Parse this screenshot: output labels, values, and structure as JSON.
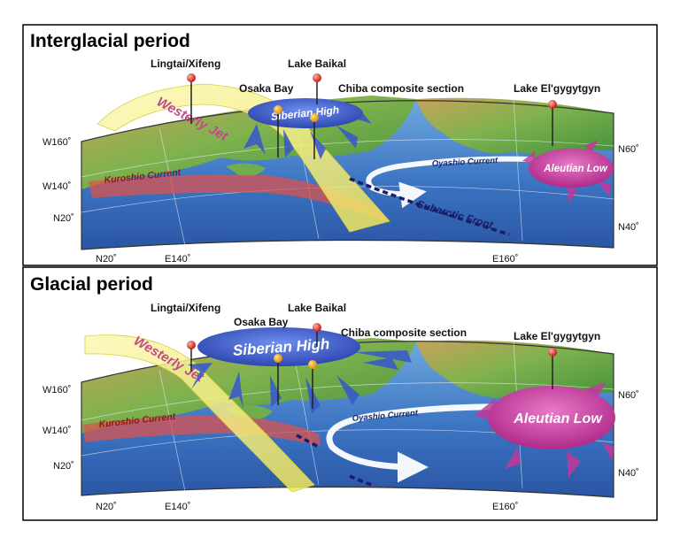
{
  "panels": [
    {
      "title": "Interglacial period",
      "sites": {
        "lingtai": "Lingtai/Xifeng",
        "baikal": "Lake Baikal",
        "osaka": "Osaka Bay",
        "chiba": "Chiba composite section",
        "elgygytgyn": "Lake El'gygytgyn"
      },
      "features": {
        "westerly_jet": "Westerly Jet",
        "siberian_high": "Siberian High",
        "kuroshio": "Kuroshio Current",
        "oyashio": "Oyashio Current",
        "subarctic_front": "Subarctic Front",
        "aleutian_low": "Aleutian Low"
      },
      "ticks": {
        "w160": "W160˚",
        "w140": "W140˚",
        "n20_left": "N20˚",
        "n20_bottom": "N20˚",
        "e140": "E140˚",
        "e160": "E160˚",
        "n60": "N60˚",
        "n40": "N40˚"
      }
    },
    {
      "title": "Glacial period",
      "sites": {
        "lingtai": "Lingtai/Xifeng",
        "baikal": "Lake Baikal",
        "osaka": "Osaka Bay",
        "chiba": "Chiba composite section",
        "elgygytgyn": "Lake El'gygytgyn"
      },
      "features": {
        "westerly_jet": "Westerly Jet",
        "siberian_high": "Siberian High",
        "kuroshio": "Kuroshio Current",
        "oyashio": "Oyashio Current",
        "aleutian_low": "Aleutian Low"
      },
      "ticks": {
        "w160": "W160˚",
        "w140": "W140˚",
        "n20_left": "N20˚",
        "n20_bottom": "N20˚",
        "e140": "E140˚",
        "e160": "E160˚",
        "n60": "N60˚",
        "n40": "N40˚"
      }
    }
  ],
  "colors": {
    "ocean_deep": "#2f5fb0",
    "ocean_light": "#8fc4e8",
    "land_green": "#5aa646",
    "land_tan": "#c9a25a",
    "jet": "#f3ee7a",
    "high": "#3a5bc8",
    "low": "#c2389a",
    "kuroshio": "#d9534f",
    "oyashio": "#ffffff",
    "front": "#1c1c6a"
  }
}
